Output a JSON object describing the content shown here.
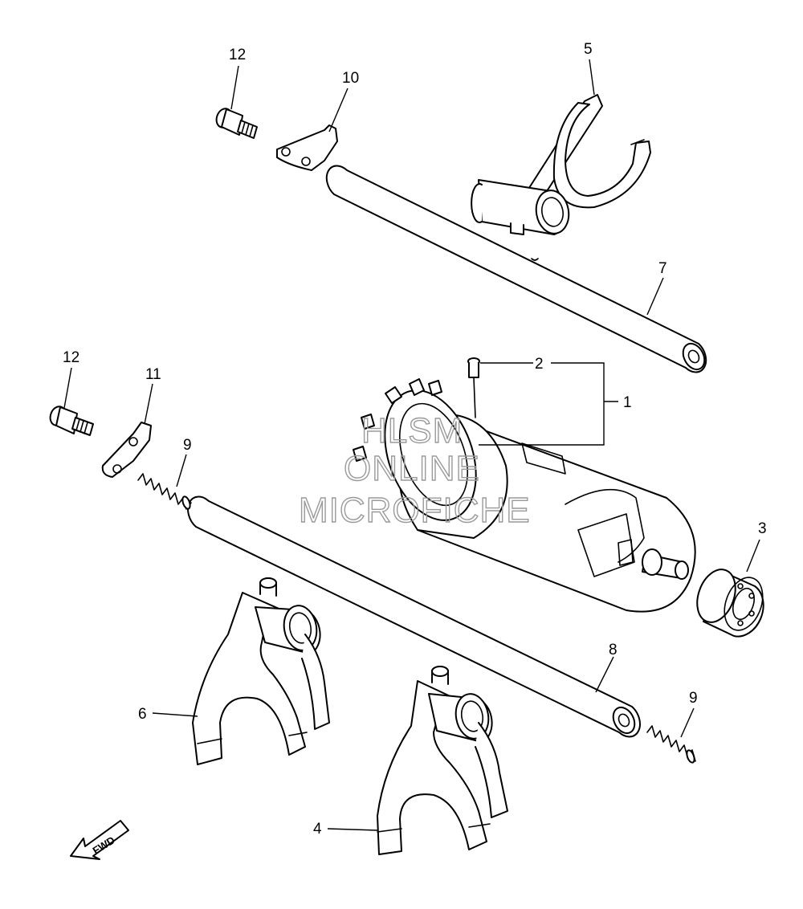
{
  "diagram": {
    "callouts": {
      "p1": "1",
      "p2": "2",
      "p3": "3",
      "p4": "4",
      "p5": "5",
      "p6": "6",
      "p7": "7",
      "p8": "8",
      "p9a": "9",
      "p9b": "9",
      "p10": "10",
      "p11": "11",
      "p12a": "12",
      "p12b": "12"
    },
    "direction_label": "FWD",
    "watermark": {
      "line1": "HLSM",
      "line2": "ONLINE",
      "line3": "MICROFICHE"
    }
  }
}
